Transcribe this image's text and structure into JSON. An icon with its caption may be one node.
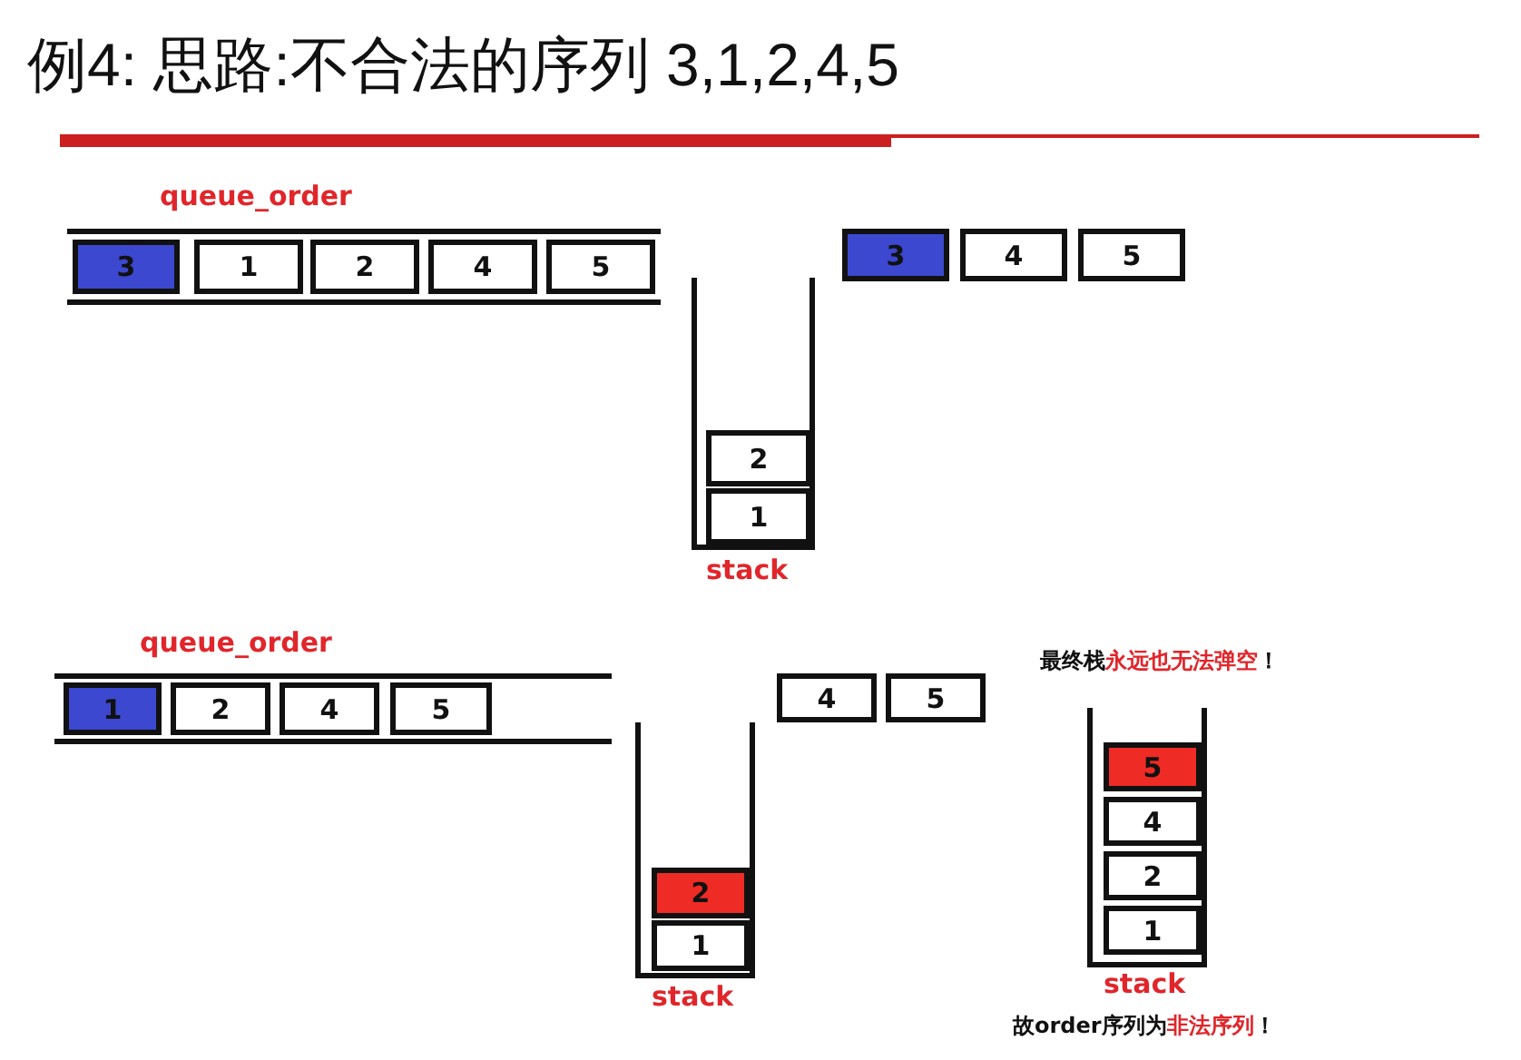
{
  "diagram": {
    "title": "例4: 思路:不合法的序列 3,1,2,4,5",
    "nodes": [
      {
        "text": [
          "queue_order"
        ]
      },
      {
        "text": [
          "3"
        ],
        "in": 0
      },
      {
        "text": [
          "1"
        ],
        "in": 0
      },
      {
        "text": [
          "2"
        ],
        "in": 0
      },
      {
        "text": [
          "4"
        ],
        "in": 0
      },
      {
        "text": [
          "5"
        ],
        "in": 0
      },
      {
        "text": [
          "3"
        ]
      },
      {
        "text": [
          "4"
        ]
      },
      {
        "text": [
          "5"
        ]
      },
      {
        "text": [
          "stack"
        ]
      },
      {
        "text": [
          "2"
        ],
        "in": 9
      },
      {
        "text": [
          "1"
        ],
        "in": 9
      },
      {
        "text": [
          "queue_order"
        ]
      },
      {
        "text": [
          "1"
        ],
        "in": 12
      },
      {
        "text": [
          "2"
        ],
        "in": 12
      },
      {
        "text": [
          "4"
        ],
        "in": 12
      },
      {
        "text": [
          "5"
        ],
        "in": 12
      },
      {
        "text": [
          "4"
        ]
      },
      {
        "text": [
          "5"
        ]
      },
      {
        "text": [
          "stack"
        ]
      },
      {
        "text": [
          "2"
        ],
        "in": 19
      },
      {
        "text": [
          "1"
        ],
        "in": 19
      },
      {
        "text": [
          "stack"
        ]
      },
      {
        "text": [
          "5"
        ],
        "in": 22
      },
      {
        "text": [
          "4"
        ],
        "in": 22
      },
      {
        "text": [
          "2"
        ],
        "in": 22
      },
      {
        "text": [
          "1"
        ],
        "in": 22
      }
    ],
    "edges": [],
    "labels": [
      "最终栈**永远也无法弹空**！",
      "故order序列为**非法序列**！"
    ]
  }
}
